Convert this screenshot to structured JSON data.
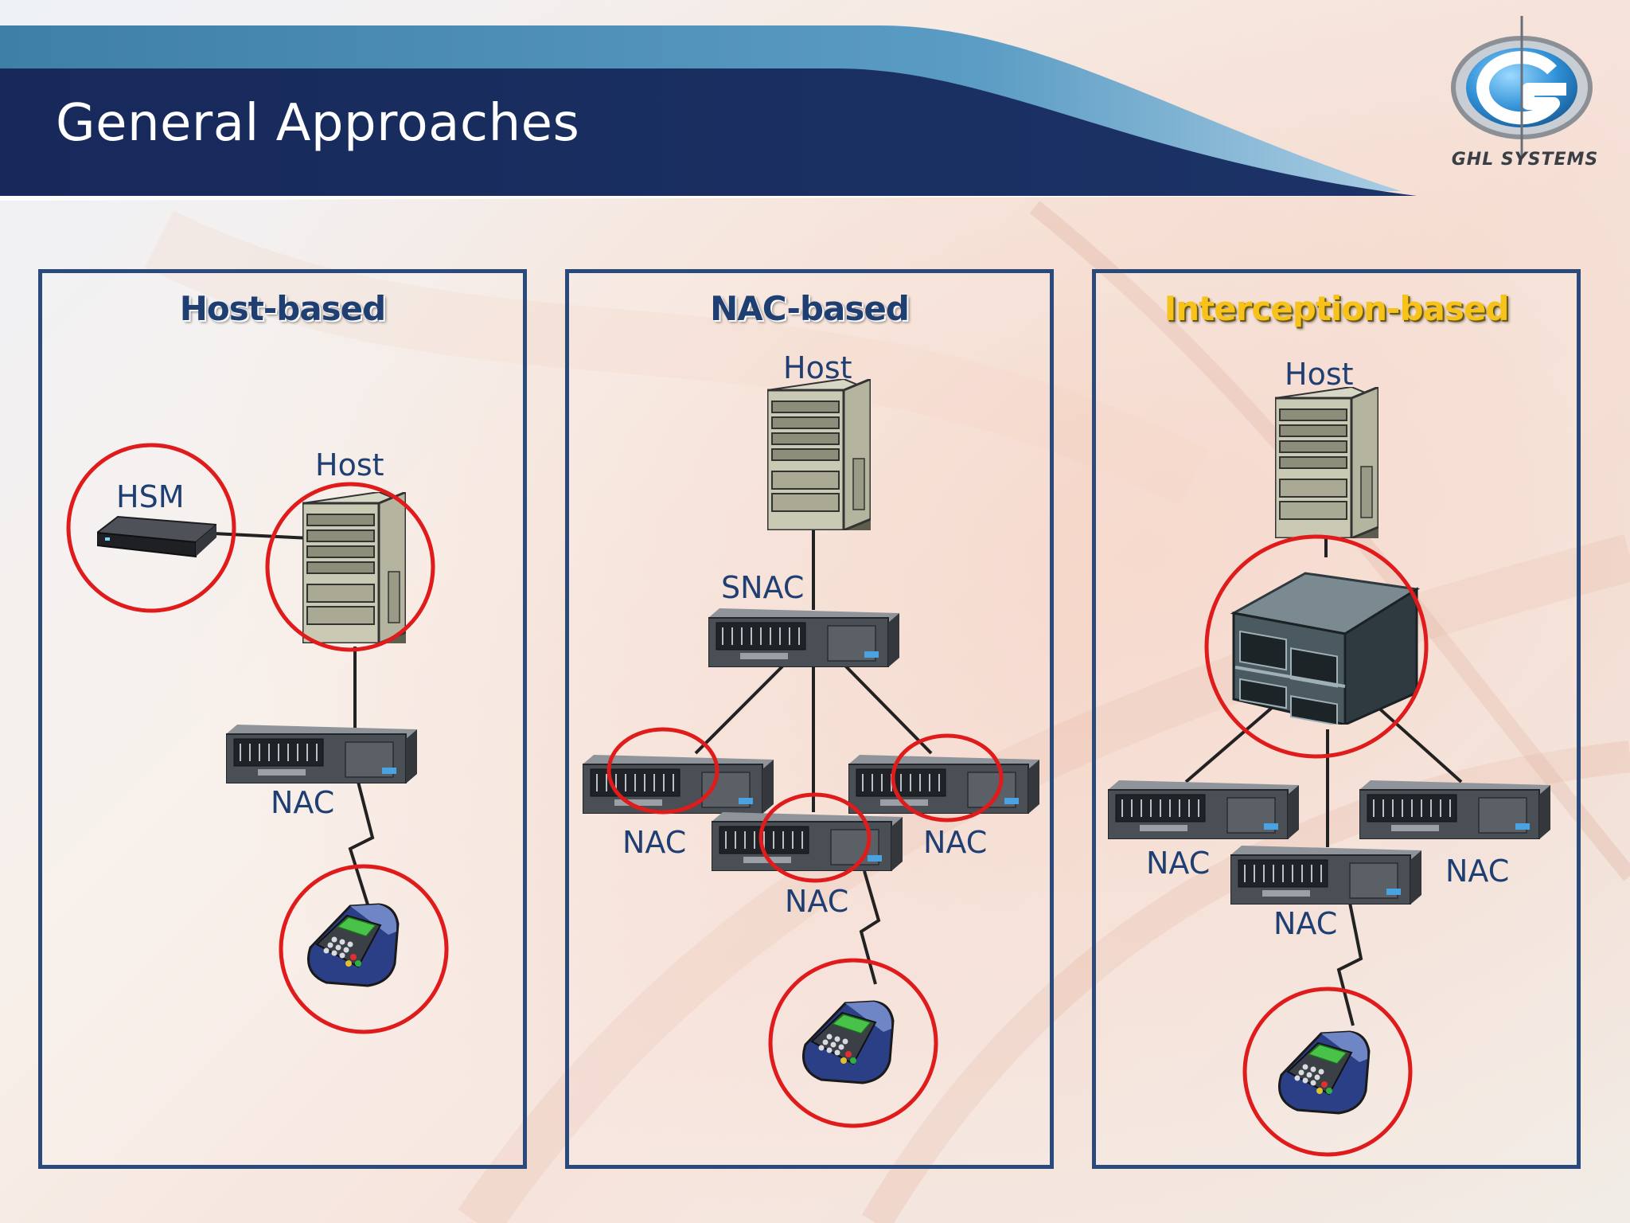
{
  "slide": {
    "title": "General Approaches"
  },
  "logo": {
    "text": "GHL SYSTEMS",
    "accent": "#3aa0e0"
  },
  "colors": {
    "header_navy": "#1a2f5e",
    "panel_border": "#2b4a7c",
    "highlight_ring": "#e01b1b",
    "label_blue": "#1f3f73",
    "title_gold": "#f7c21a"
  },
  "panels": [
    {
      "id": "host-based",
      "title": "Host-based",
      "labels": {
        "hsm": "HSM",
        "host": "Host",
        "nac": "NAC"
      }
    },
    {
      "id": "nac-based",
      "title": "NAC-based",
      "labels": {
        "host": "Host",
        "snac": "SNAC",
        "nac_left": "NAC",
        "nac_right": "NAC",
        "nac_bottom": "NAC"
      }
    },
    {
      "id": "interception-based",
      "title": "Interception-based",
      "labels": {
        "host": "Host",
        "nac_left": "NAC",
        "nac_right": "NAC",
        "nac_bottom": "NAC"
      }
    }
  ]
}
